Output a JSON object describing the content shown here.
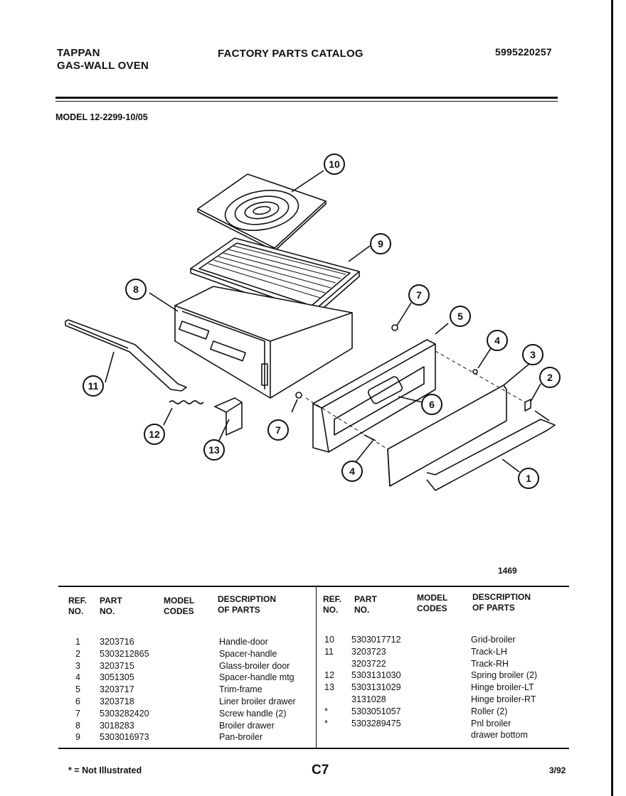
{
  "header": {
    "brand": "TAPPAN",
    "product": "GAS-WALL OVEN",
    "catalog_title": "FACTORY PARTS CATALOG",
    "catalog_number": "5995220257",
    "model": "MODEL 12-2299-10/05"
  },
  "diagram": {
    "callouts": [
      "10",
      "9",
      "8",
      "7",
      "5",
      "4",
      "3",
      "2",
      "11",
      "6",
      "12",
      "13",
      "7",
      "4",
      "1"
    ],
    "figure_number": "1469"
  },
  "table": {
    "headers": {
      "ref_no": "REF.\nNO.",
      "part_no": "PART\nNO.",
      "model_codes": "MODEL\nCODES",
      "description": "DESCRIPTION\nOF PARTS"
    },
    "headers_right": {
      "ref_no": "REF.\nNO.",
      "part_no": "PART\nNO.",
      "model_codes": "MODEL\nCODES",
      "description": "DESCRIPTION\nOF PARTS"
    },
    "left_rows": [
      {
        "ref": "1",
        "part": "3203716",
        "desc": "Handle-door"
      },
      {
        "ref": "2",
        "part": "5303212865",
        "desc": "Spacer-handle"
      },
      {
        "ref": "3",
        "part": "3203715",
        "desc": "Glass-broiler door"
      },
      {
        "ref": "4",
        "part": "3051305",
        "desc": "Spacer-handle mtg"
      },
      {
        "ref": "5",
        "part": "3203717",
        "desc": "Trim-frame"
      },
      {
        "ref": "6",
        "part": "3203718",
        "desc": "Liner broiler drawer"
      },
      {
        "ref": "7",
        "part": "5303282420",
        "desc": "Screw handle (2)"
      },
      {
        "ref": "8",
        "part": "3018283",
        "desc": "Broiler drawer"
      },
      {
        "ref": "9",
        "part": "5303016973",
        "desc": "Pan-broiler"
      }
    ],
    "right_rows": [
      {
        "ref": "10",
        "part": "5303017712",
        "desc": "Grid-broiler"
      },
      {
        "ref": "11",
        "part": "3203723",
        "desc": "Track-LH"
      },
      {
        "ref": "",
        "part": "3203722",
        "desc": "Track-RH"
      },
      {
        "ref": "12",
        "part": "5303131030",
        "desc": "Spring broiler (2)"
      },
      {
        "ref": "13",
        "part": "5303131029",
        "desc": "Hinge broiler-LT"
      },
      {
        "ref": "",
        "part": "3131028",
        "desc": "Hinge broiler-RT"
      },
      {
        "ref": "*",
        "part": "5303051057",
        "desc": "Roller (2)"
      },
      {
        "ref": "*",
        "part": "5303289475",
        "desc": "Pnl broiler"
      },
      {
        "ref": "",
        "part": "",
        "desc": "drawer bottom"
      }
    ]
  },
  "footer": {
    "note": "* = Not Illustrated",
    "page": "C7",
    "date": "3/92"
  }
}
